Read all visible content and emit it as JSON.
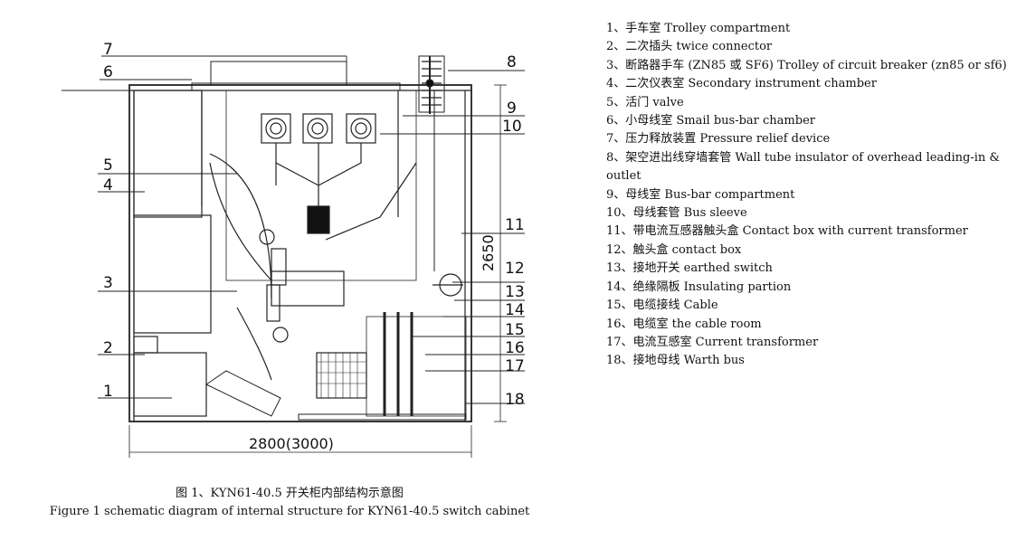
{
  "callouts": [
    "1",
    "2",
    "3",
    "4",
    "5",
    "6",
    "7",
    "8",
    "9",
    "10",
    "11",
    "12",
    "13",
    "14",
    "15",
    "16",
    "17",
    "18"
  ],
  "dimensions": {
    "width": "2800(3000)",
    "height": "2650"
  },
  "legend": [
    "1、手车室 Trolley compartment",
    "2、二次插头 twice connector",
    "3、断路器手车 (ZN85 或 SF6) Trolley of circuit breaker (zn85 or sf6)",
    "4、二次仪表室 Secondary instrument chamber",
    "5、活门 valve",
    "6、小母线室 Smail bus-bar chamber",
    "7、压力释放装置 Pressure relief device",
    "8、架空进出线穿墙套管 Wall tube insulator of overhead leading-in & outlet",
    "9、母线室 Bus-bar compartment",
    "10、母线套管 Bus sleeve",
    "11、带电流互感器触头盒 Contact box with current transformer",
    "12、触头盒 contact box",
    "13、接地开关 earthed switch",
    "14、绝缘隔板 Insulating partion",
    "15、电缆接线 Cable",
    "16、电缆室 the cable room",
    "17、电流互感室 Current transformer",
    "18、接地母线 Warth bus"
  ],
  "caption": {
    "zh": "图 1、KYN61-40.5 开关柜内部结构示意图",
    "en": "Figure 1 schematic diagram of internal structure for KYN61-40.5 switch cabinet"
  }
}
